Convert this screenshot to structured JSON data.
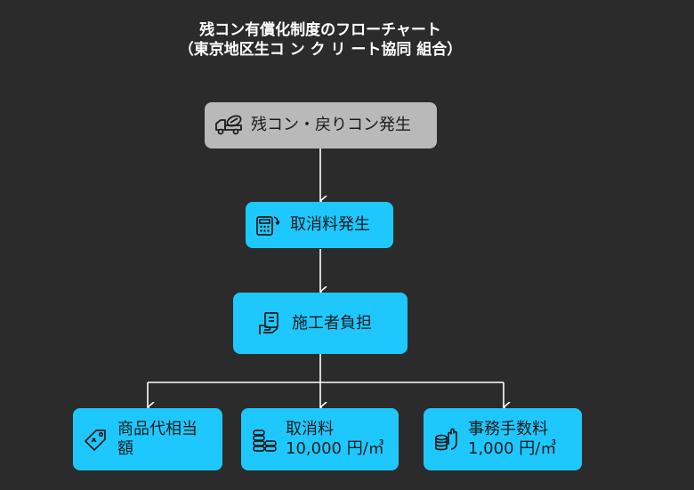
{
  "title": {
    "line1": "残コン有償化制度のフローチャート",
    "line2": "（東京地区生コ ン ク リ ート協同 組合）"
  },
  "nodes": {
    "start": {
      "label": "残コン・戻りコン発生",
      "icon": "mixer-truck-icon"
    },
    "cancel_fee": {
      "label": "取消料発生",
      "icon": "calculator-icon"
    },
    "contractor": {
      "label": "施工者負担",
      "icon": "hand-document-icon"
    },
    "product_price": {
      "label_line1": "商品代相当",
      "label_line2": "額",
      "icon": "price-tag-icon"
    },
    "cancel_charge": {
      "label_line1": "取消料",
      "label_line2": "10,000 円/㎥",
      "icon": "coins-stack-icon"
    },
    "office_fee": {
      "label_line1": "事務手数料",
      "label_line2": "1,000 円/㎥",
      "icon": "hand-coins-icon"
    }
  },
  "colors": {
    "background": "#2b2b2b",
    "start_node": "#b9b9b9",
    "node": "#1ec8ff",
    "connector": "#ffffff"
  }
}
